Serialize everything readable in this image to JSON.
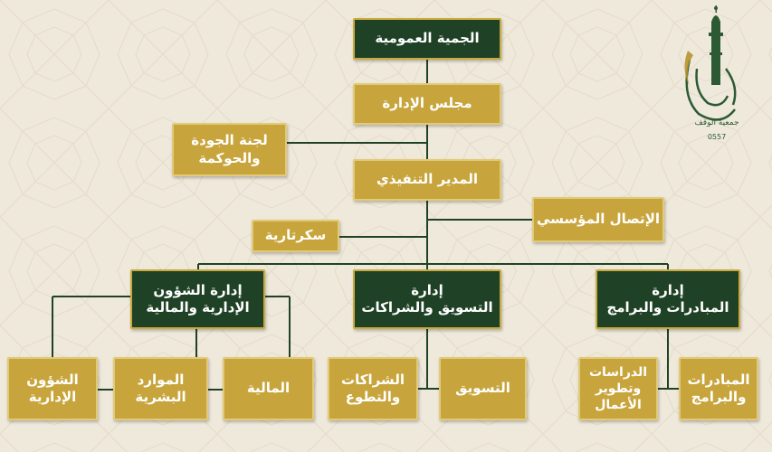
{
  "colors": {
    "green": "#1f4226",
    "gold": "#c8a53c",
    "line": "#1f4226",
    "background": "#efe9dc"
  },
  "nodes": {
    "general_assembly": "الجمية العمومية",
    "board": "مجلس الإدارة",
    "quality_committee": "لجنة الجودة\nوالحوكمة",
    "executive_director": "المدير التنفيذي",
    "corporate_communication": "الإتصال المؤسسي",
    "secretariat": "سكرتارية",
    "admin_finance_dept": "إدارة الشؤون\nالإدارية والمالية",
    "marketing_dept": "إدارة\nالتسويق والشراكات",
    "initiatives_dept": "إدارة\nالمبادرات والبرامج",
    "admin_affairs": "الشؤون\nالإدارية",
    "human_resources": "الموارد\nالبشرية",
    "finance": "المالية",
    "partnerships": "الشراكات\nوالتطوع",
    "marketing": "التسويق",
    "studies": "الدراسات\nوتطوير\nالأعمال",
    "initiatives": "المبادرات\nوالبرامج"
  },
  "logo": {
    "icon": "mosque-minaret-calligraphy-logo",
    "text": "جمعية الوقف",
    "phone": "0557"
  }
}
